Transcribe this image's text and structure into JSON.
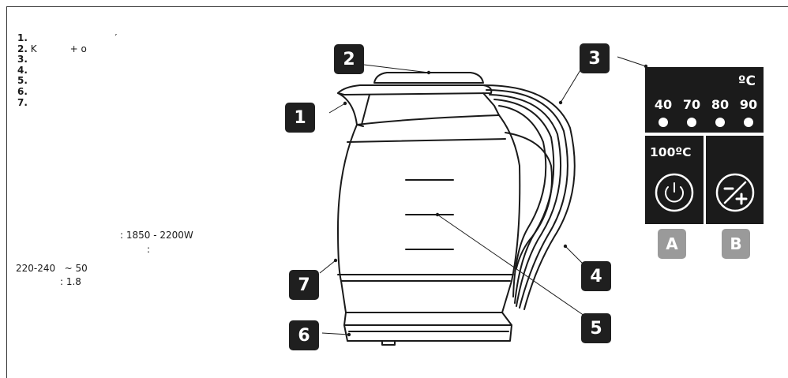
{
  "legend": [
    {
      "num": "1.",
      "text": "                             ′"
    },
    {
      "num": "2.",
      "text": "K           + o"
    },
    {
      "num": "3.",
      "text": ""
    },
    {
      "num": "4.",
      "text": ""
    },
    {
      "num": "5.",
      "text": ""
    },
    {
      "num": "6.",
      "text": ""
    },
    {
      "num": "7.",
      "text": ""
    }
  ],
  "specs": {
    "power": ": 1850 - 2200W",
    "colon": ":",
    "voltage": "220-240   ~ 50",
    "capacity": ": 1.8"
  },
  "callouts": [
    "1",
    "2",
    "3",
    "4",
    "5",
    "6",
    "7"
  ],
  "panel": {
    "unit": "ºC",
    "temperatures": [
      "40",
      "70",
      "80",
      "90"
    ],
    "boil_label": "100ºC",
    "button_a_label": "A",
    "button_b_label": "B"
  },
  "icons": [
    "power-icon",
    "minus-plus-icon"
  ]
}
